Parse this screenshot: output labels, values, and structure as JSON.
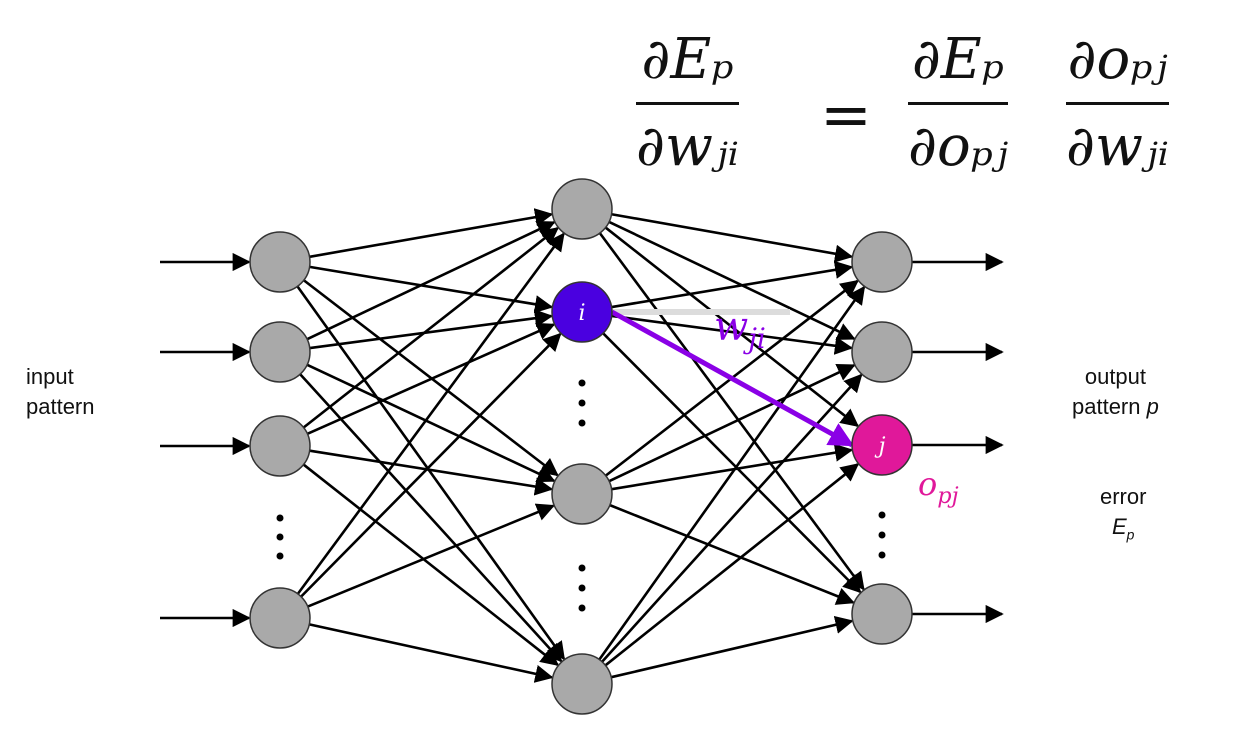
{
  "formula": {
    "lhs": {
      "numerator": "∂Eₚ",
      "denominator": "∂wⱼᵢ"
    },
    "equals": "=",
    "rhs1": {
      "numerator": "∂Eₚ",
      "denominator": "∂oₚⱼ"
    },
    "rhs2": {
      "numerator": "∂oₚⱼ",
      "denominator": "∂wⱼᵢ"
    }
  },
  "labels": {
    "input_line1": "input",
    "input_line2": "pattern",
    "output_line1": "output",
    "output_line2": "pattern p",
    "error_line1": "error",
    "error_line2": "Ep"
  },
  "nodes": {
    "hidden_i": "i",
    "output_j": "j"
  },
  "annotations": {
    "weight": "wji",
    "output": "opj"
  },
  "colors": {
    "node_fill": "#a9a9a9",
    "hidden_i": "#4a00e0",
    "output_j": "#e0189a",
    "weight_arrow": "#8a00e6",
    "output_label": "#e0189a"
  }
}
